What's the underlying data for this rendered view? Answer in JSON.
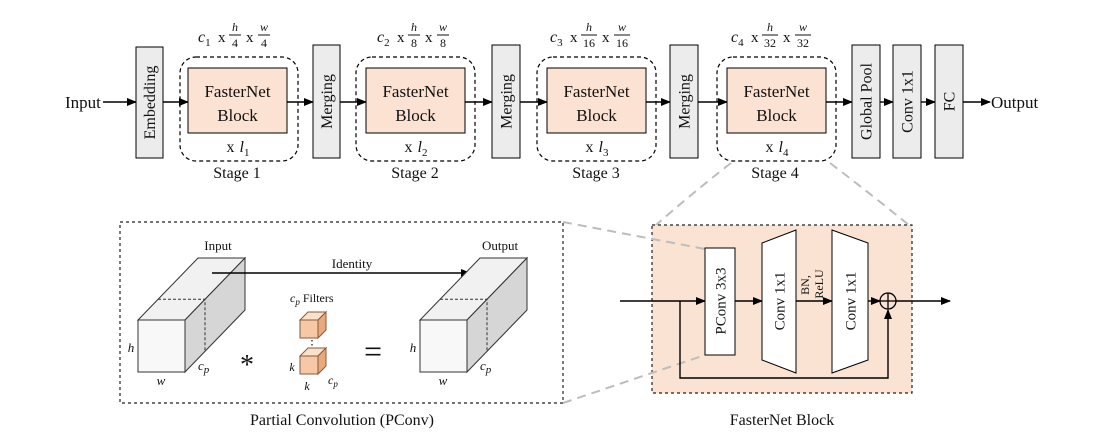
{
  "main_flow": {
    "input_label": "Input",
    "output_label": "Output",
    "embedding_label": "Embedding",
    "merging_label": "Merging",
    "global_pool_label": "Global Pool",
    "conv1x1_label": "Conv 1x1",
    "fc_label": "FC",
    "stages": [
      {
        "stage_label": "Stage 1",
        "block_line1": "FasterNet",
        "block_line2": "Block",
        "repeat_prefix": "x",
        "depth_var": "l",
        "depth_sub": "1",
        "channel_var": "c",
        "channel_sub": "1",
        "times": "x",
        "h_num": "h",
        "h_den": "4",
        "w_num": "w",
        "w_den": "4"
      },
      {
        "stage_label": "Stage 2",
        "block_line1": "FasterNet",
        "block_line2": "Block",
        "repeat_prefix": "x",
        "depth_var": "l",
        "depth_sub": "2",
        "channel_var": "c",
        "channel_sub": "2",
        "times": "x",
        "h_num": "h",
        "h_den": "8",
        "w_num": "w",
        "w_den": "8"
      },
      {
        "stage_label": "Stage 3",
        "block_line1": "FasterNet",
        "block_line2": "Block",
        "repeat_prefix": "x",
        "depth_var": "l",
        "depth_sub": "3",
        "channel_var": "c",
        "channel_sub": "3",
        "times": "x",
        "h_num": "h",
        "h_den": "16",
        "w_num": "w",
        "w_den": "16"
      },
      {
        "stage_label": "Stage 4",
        "block_line1": "FasterNet",
        "block_line2": "Block",
        "repeat_prefix": "x",
        "depth_var": "l",
        "depth_sub": "4",
        "channel_var": "c",
        "channel_sub": "4",
        "times": "x",
        "h_num": "h",
        "h_den": "32",
        "w_num": "w",
        "w_den": "32"
      }
    ]
  },
  "pconv_panel": {
    "input_label": "Input",
    "output_label": "Output",
    "identity_label": "Identity",
    "filters_var": "c",
    "filters_sub": "p",
    "filters_label": "Filters",
    "height_var": "h",
    "width_var": "w",
    "partial_channel_var": "c",
    "partial_channel_sub": "p",
    "kernel_var": "k",
    "conv_operator": "*",
    "equals_operator": "=",
    "caption": "Partial Convolution (PConv)"
  },
  "fasternet_block_panel": {
    "pconv_label": "PConv 3x3",
    "conv1_label": "Conv 1x1",
    "conv2_label": "Conv 1x1",
    "bn_label": "BN,",
    "relu_label": "ReLU",
    "caption": "FasterNet Block"
  },
  "colors": {
    "block_fill": "#fbe2d2",
    "panel_fill": "#fbe3d4",
    "box_fill": "#ececec",
    "filter_front": "#f6c8a6",
    "filter_top": "#fbe0cb",
    "filter_side": "#e9a97e",
    "connector_gray": "#bdbdbd"
  }
}
